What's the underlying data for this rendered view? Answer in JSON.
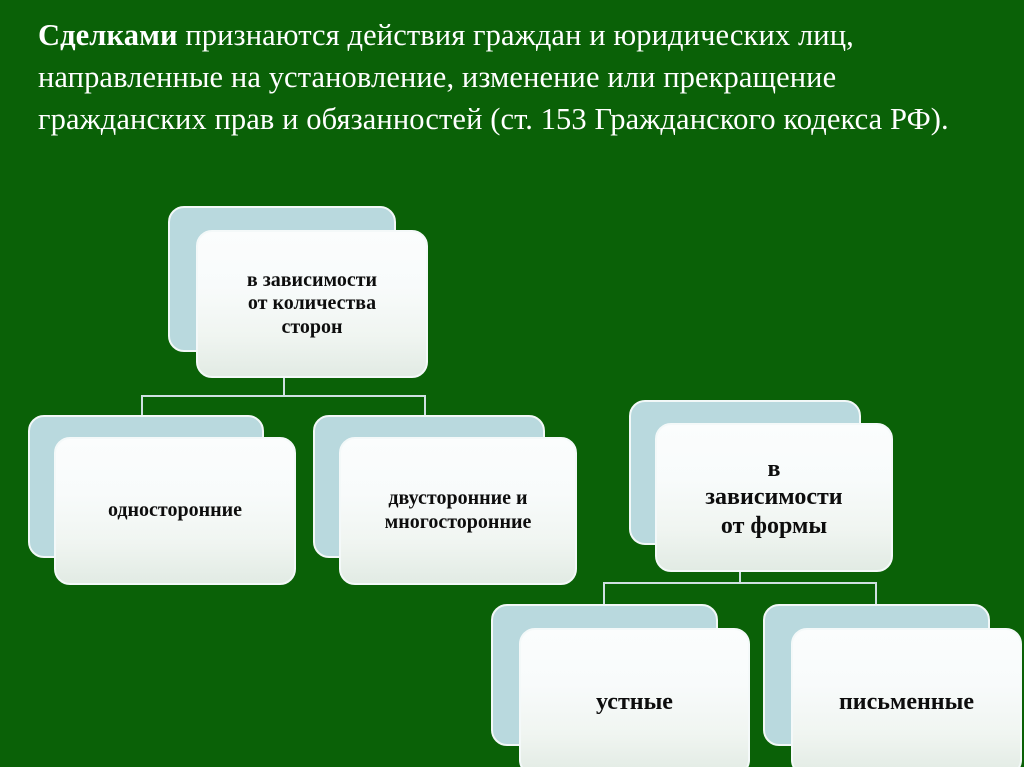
{
  "slide": {
    "background_color": "#0a6107",
    "text_color": "#ffffff",
    "node_back_color": "#b9d9de",
    "node_front_color": "#fbfdfd",
    "connector_color": "#cfe0e2"
  },
  "headline": {
    "emphasis": "Сделками",
    "rest": " признаются действия граждан и юридических лиц, направленные на  установление, изменение или прекращение гражданских прав и обязанностей (ст. 153 Гражданского кодекса РФ).",
    "full": "Сделками признаются действия граждан и юридических лиц, направленные на  установление, изменение или прекращение гражданских прав и обязанностей (ст. 153 Гражданского кодекса РФ)."
  },
  "diagram": {
    "nodes": {
      "count_criterion": "в зависимости\nот количества\nсторон",
      "unilateral": "односторонние",
      "bilateral_multilateral": "двусторонние и\nмногосторонние",
      "form_criterion": "в\nзависимости\nот формы",
      "oral": "устные",
      "written": "письменные"
    }
  }
}
